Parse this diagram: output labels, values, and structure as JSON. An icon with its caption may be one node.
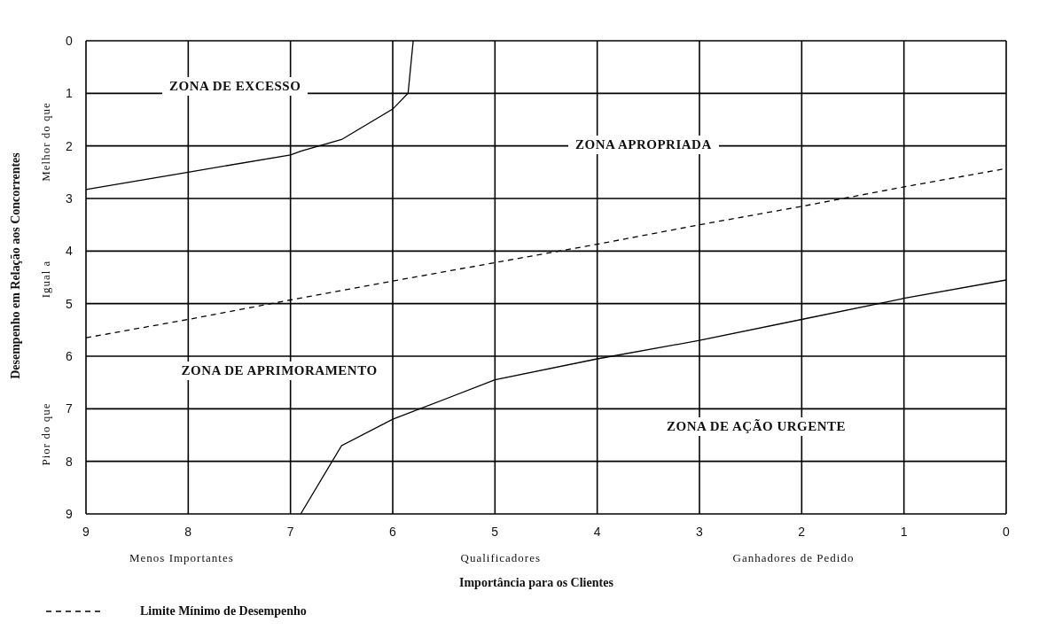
{
  "diagram": {
    "labels": [
      "ZONA DE EXCESSO",
      "ZONA APROPRIADA",
      "ZONA DE APRIMORAMENTO",
      "ZONA DE AÇÃO URGENTE",
      "Melhor do que",
      "Igual a",
      "Pior do que",
      "Menos Importantes",
      "Qualificadores",
      "Ganhadores de Pedido"
    ],
    "legend": [
      {
        "text": "Limite Mínimo de Desempenho"
      }
    ],
    "chart_data": {
      "type": "line",
      "xlabel": "Importância para os Clientes",
      "ylabel": "Desempenho em Relação aos Concorrentes",
      "x": [
        9,
        8,
        7,
        6.9,
        6.5,
        6,
        5.85,
        5.8,
        5,
        4,
        3,
        2,
        1,
        0
      ],
      "series": [
        {
          "color": "#000000",
          "values": [
            2.83,
            2.5,
            2.17,
            2.1,
            1.88,
            1.3,
            1.0,
            0,
            null,
            null,
            null,
            null,
            null,
            null
          ]
        },
        {
          "color": "#000000",
          "line_style": "dashed",
          "values": [
            5.65,
            5.3,
            4.93,
            null,
            null,
            4.57,
            null,
            null,
            4.22,
            3.87,
            3.5,
            3.15,
            2.78,
            2.43
          ]
        },
        {
          "color": "#000000",
          "values": [
            null,
            null,
            null,
            9,
            7.7,
            7.2,
            null,
            null,
            6.45,
            6.05,
            5.7,
            5.3,
            4.9,
            4.55
          ]
        }
      ],
      "xlim": [
        9,
        0
      ],
      "ylim": [
        9,
        0
      ],
      "grid": true,
      "xticks": [
        9,
        8,
        7,
        6,
        5,
        4,
        3,
        2,
        1,
        0
      ],
      "yticks": [
        0,
        1,
        2,
        3,
        4,
        5,
        6,
        7,
        8,
        9
      ]
    }
  }
}
